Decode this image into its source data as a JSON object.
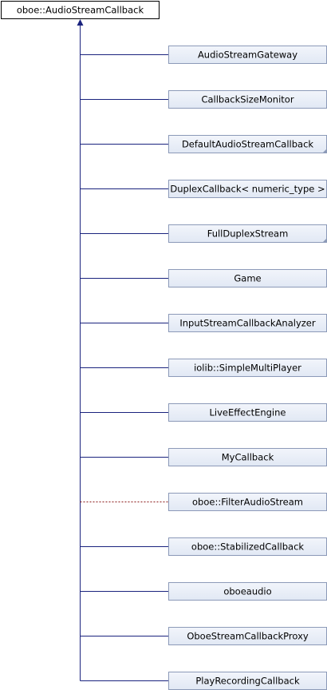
{
  "diagram": {
    "base_class": {
      "label": "oboe::AudioStreamCallback"
    },
    "derived_classes": [
      {
        "label": "AudioStreamGateway",
        "relation": "inherits",
        "has_more": false
      },
      {
        "label": "CallbackSizeMonitor",
        "relation": "inherits",
        "has_more": false
      },
      {
        "label": "DefaultAudioStreamCallback",
        "relation": "inherits",
        "has_more": true
      },
      {
        "label": "DuplexCallback< numeric_type >",
        "relation": "inherits",
        "has_more": false
      },
      {
        "label": "FullDuplexStream",
        "relation": "inherits",
        "has_more": true
      },
      {
        "label": "Game",
        "relation": "inherits",
        "has_more": false
      },
      {
        "label": "InputStreamCallbackAnalyzer",
        "relation": "inherits",
        "has_more": false
      },
      {
        "label": "iolib::SimpleMultiPlayer",
        "relation": "inherits",
        "has_more": false
      },
      {
        "label": "LiveEffectEngine",
        "relation": "inherits",
        "has_more": false
      },
      {
        "label": "MyCallback",
        "relation": "inherits",
        "has_more": false
      },
      {
        "label": "oboe::FilterAudioStream",
        "relation": "usage",
        "has_more": false
      },
      {
        "label": "oboe::StabilizedCallback",
        "relation": "inherits",
        "has_more": false
      },
      {
        "label": "oboeaudio",
        "relation": "inherits",
        "has_more": false
      },
      {
        "label": "OboeStreamCallbackProxy",
        "relation": "inherits",
        "has_more": false
      },
      {
        "label": "PlayRecordingCallback",
        "relation": "inherits",
        "has_more": false
      }
    ],
    "colors": {
      "base_fill": "#ffffff",
      "node_fill": "#e8eef7",
      "node_stroke": "#8c9ab8",
      "edge": "#1a237e",
      "usage_edge": "#8b1a1a",
      "more_marker": "#8c9ab8"
    }
  }
}
